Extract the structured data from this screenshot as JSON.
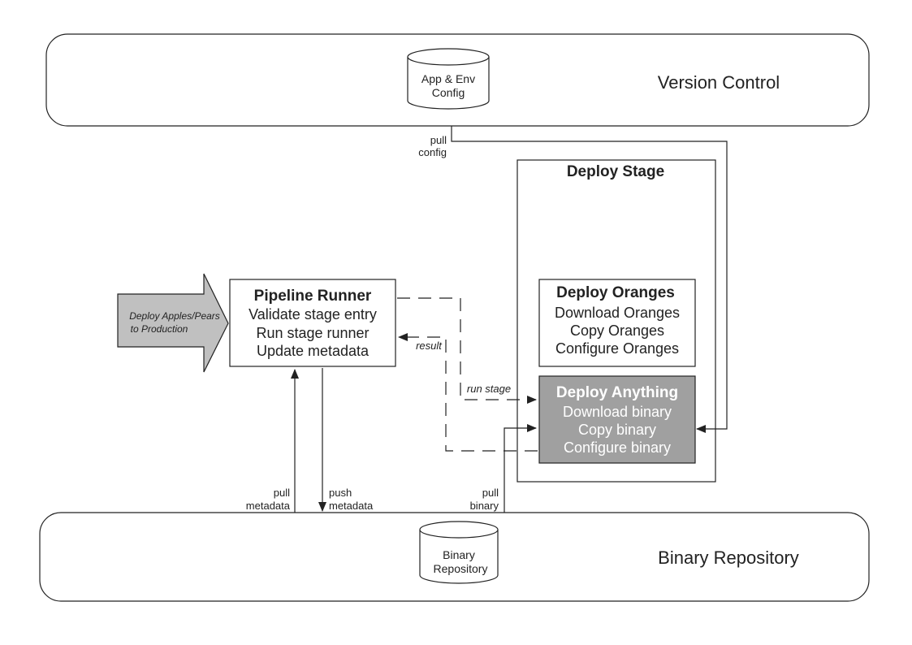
{
  "version_control": {
    "title": "Version Control",
    "db_line1": "App & Env",
    "db_line2": "Config"
  },
  "binary_repo": {
    "title": "Binary Repository",
    "db_line1": "Binary",
    "db_line2": "Repository"
  },
  "trigger": {
    "line1": "Deploy Apples/Pears",
    "line2": "to Production"
  },
  "pipeline_runner": {
    "title": "Pipeline Runner",
    "steps": [
      "Validate stage entry",
      "Run stage runner",
      "Update metadata"
    ]
  },
  "deploy_stage": {
    "title": "Deploy Stage"
  },
  "deploy_oranges": {
    "title": "Deploy Oranges",
    "steps": [
      "Download Oranges",
      "Copy Oranges",
      "Configure Oranges"
    ]
  },
  "deploy_anything": {
    "title": "Deploy Anything",
    "steps": [
      "Download binary",
      "Copy binary",
      "Configure binary"
    ]
  },
  "labels": {
    "pull_config": [
      "pull",
      "config"
    ],
    "result": "result",
    "run_stage": "run stage",
    "pull_metadata": [
      "pull",
      "metadata"
    ],
    "push_metadata": [
      "push",
      "metadata"
    ],
    "pull_binary": [
      "pull",
      "binary"
    ]
  },
  "colors": {
    "line": "#222222",
    "arrow_fill": "#c0c0c0",
    "deploy_anything_fill": "#a0a0a0",
    "deploy_anything_text": "#ffffff"
  }
}
